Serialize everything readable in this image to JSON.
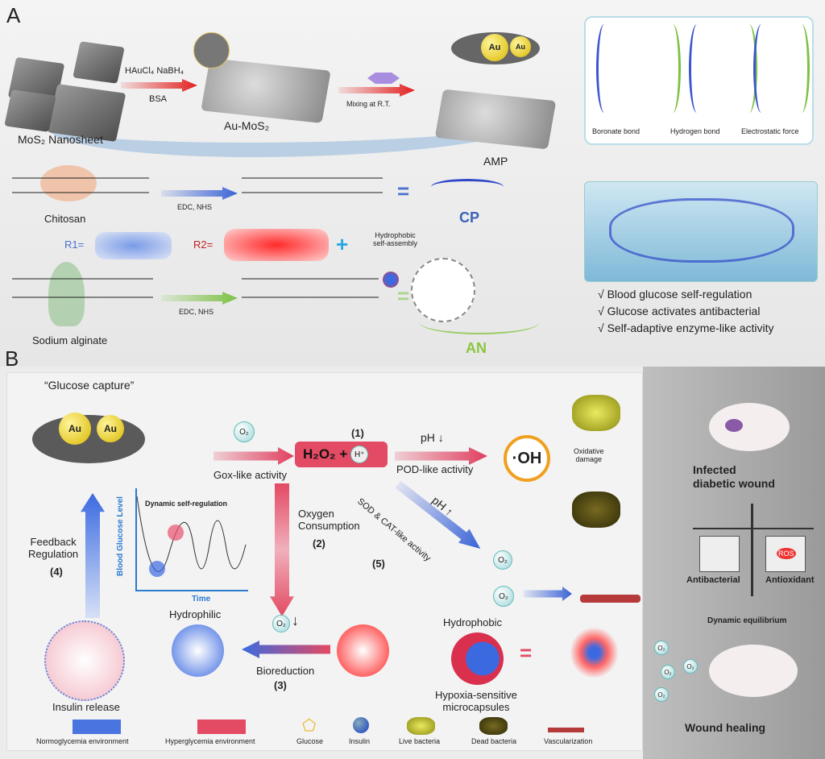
{
  "panel_a": {
    "letter": "A",
    "mos2": "MoS₂ Nanosheet",
    "reagents1": "HAuCl₄  NaBH₄",
    "reagents1b": "BSA",
    "au_mos2": "Au-MoS₂",
    "mixing": "Mixing at R.T.",
    "amp": "AMP",
    "au": "Au",
    "bonds": [
      "Boronate bond",
      "Hydrogen bond",
      "Electrostatic force"
    ],
    "chitosan": "Chitosan",
    "edc1": "EDC, NHS",
    "cp": "CP",
    "r1": "R1=",
    "r2": "R2=",
    "hydrophobic_self_assembly": "Hydrophobic\nself-assembly",
    "alginate": "Sodium alginate",
    "edc2": "EDC, NHS",
    "an": "AN",
    "features": [
      "√ Blood glucose self-regulation",
      "√ Glucose activates antibacterial",
      "√ Self-adaptive enzyme-like activity"
    ]
  },
  "panel_b": {
    "letter": "B",
    "glucose_capture": "“Glucose capture”",
    "gox": "Gox-like activity",
    "step1": "(1)",
    "h2o2": "H₂O₂ +",
    "hplus": "H⁺",
    "ph_down": "pH ↓",
    "pod": "POD-like activity",
    "oh": "·OH",
    "oxidative": "Oxidative\ndamage",
    "sod": "SOD & CAT-like activity",
    "ph_up": "pH ↑",
    "step5": "(5)",
    "oxygen": "Oxygen\nConsumption",
    "step2": "(2)",
    "dynamic": "Dynamic self-regulation",
    "ylabel": "Blood Glucose Level",
    "xlabel": "Time",
    "feedback": "Feedback\nRegulation",
    "step4": "(4)",
    "hydrophilic": "Hydrophilic",
    "bioreduction": "Bioreduction",
    "step3": "(3)",
    "hydrophobic": "Hydrophobic",
    "microcapsules": "Hypoxia-sensitive\nmicrocapsules",
    "insulin_release": "Insulin release",
    "o2": "O₂",
    "legend": [
      "Normoglycemia environment",
      "Hyperglycemia environment",
      "Glucose",
      "Insulin",
      "Live bacteria",
      "Dead bacteria",
      "Vascularization"
    ]
  },
  "right": {
    "infected": "Infected\ndiabetic wound",
    "antibacterial": "Antibacterial",
    "antioxidant": "Antioxidant",
    "ros": "ROS",
    "equilibrium": "Dynamic equilibrium",
    "healing": "Wound healing"
  }
}
